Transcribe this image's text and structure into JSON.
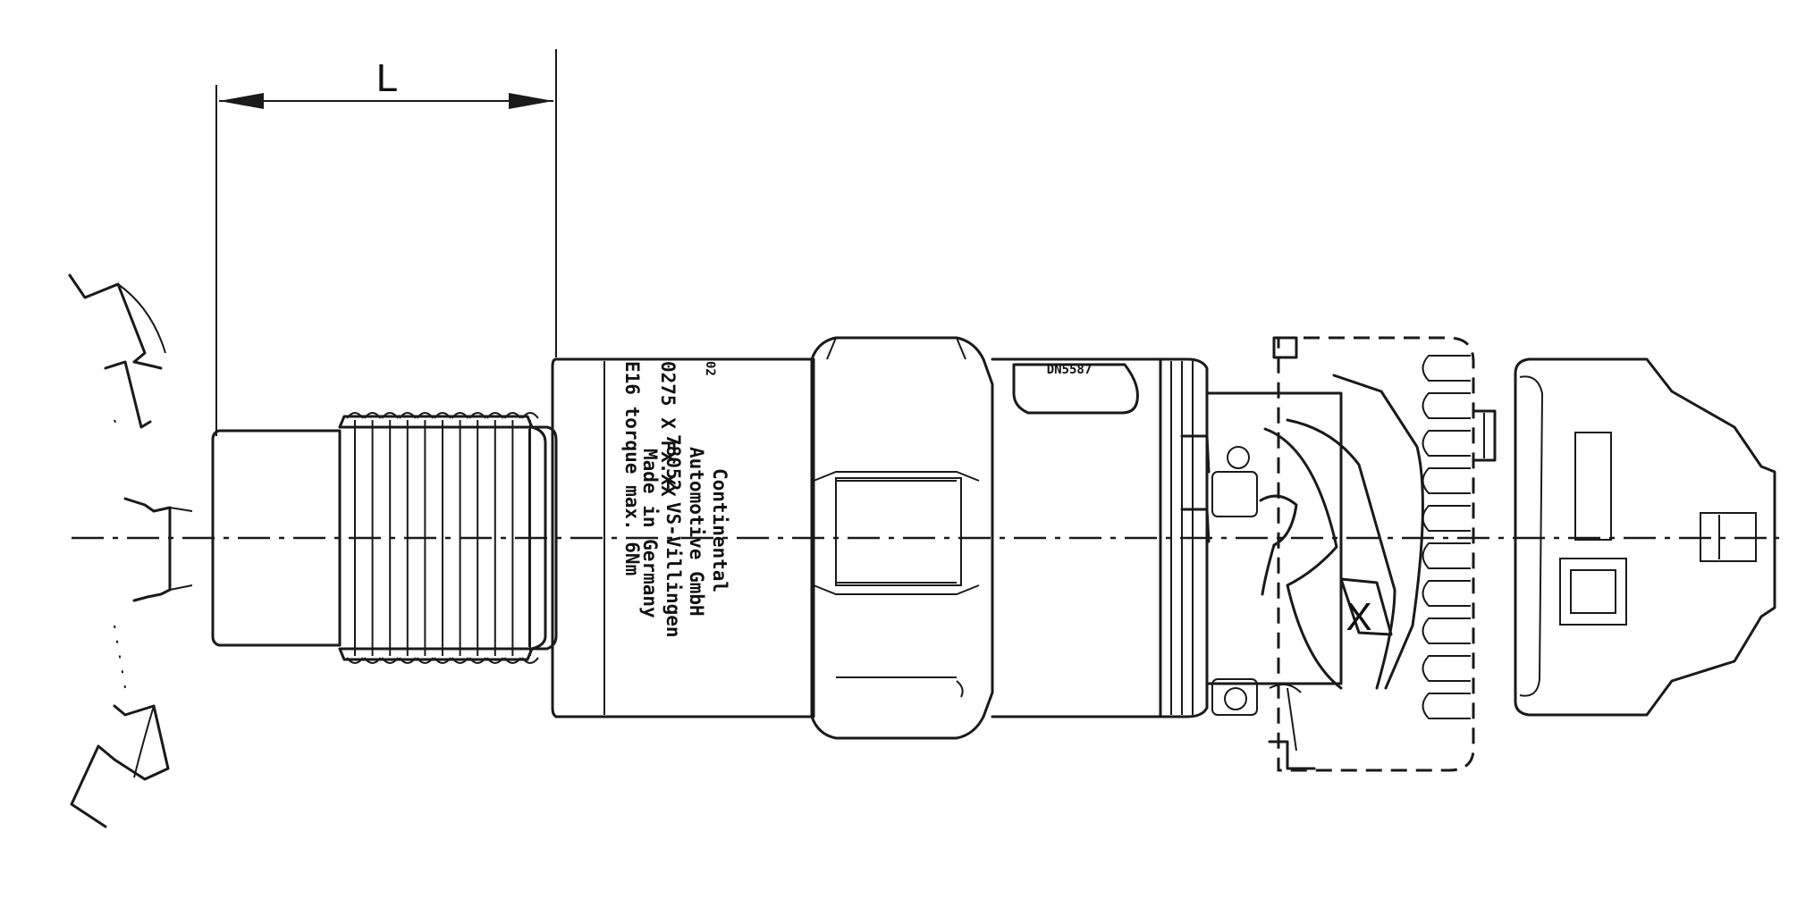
{
  "dimension": {
    "label": "L"
  },
  "body_markings": {
    "lines": [
      "E16   torque max. 6Nm",
      "0275 X         FX.XX",
      "Continental",
      "Automotive GmbH",
      "78052 VS-Villingen",
      "Made in Germany"
    ],
    "margin_mark": "02",
    "label_plate": "DN5587"
  },
  "connector": {
    "latch_symbol": "X"
  }
}
